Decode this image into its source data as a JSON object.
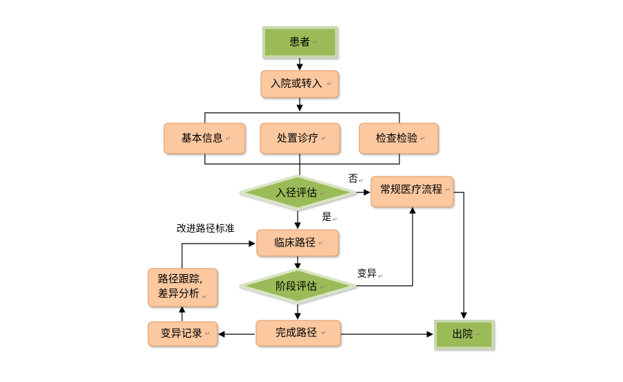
{
  "colors": {
    "orange_fill": "#fbc8a0",
    "orange_border": "#e0965c",
    "green_fill": "#9bbb59",
    "green_border": "#c9d8b0",
    "diamond_border": "#d9e4c4",
    "line": "#000000"
  },
  "nodes": {
    "patient": "患者",
    "admission": "入院或转入",
    "basic_info": "基本信息",
    "treatment": "处置诊疗",
    "examination": "检查检验",
    "pathway_eval": "入径评估",
    "routine_flow": "常规医疗流程",
    "clinical_path": "临床路径",
    "tracking": "路径跟踪,\n差异分析",
    "stage_eval": "阶段评估",
    "variance_record": "变异记录",
    "complete_path": "完成路径",
    "discharge": "出院"
  },
  "labels": {
    "no": "否",
    "yes": "是",
    "variance": "变异",
    "improve": "改进路径标准"
  }
}
